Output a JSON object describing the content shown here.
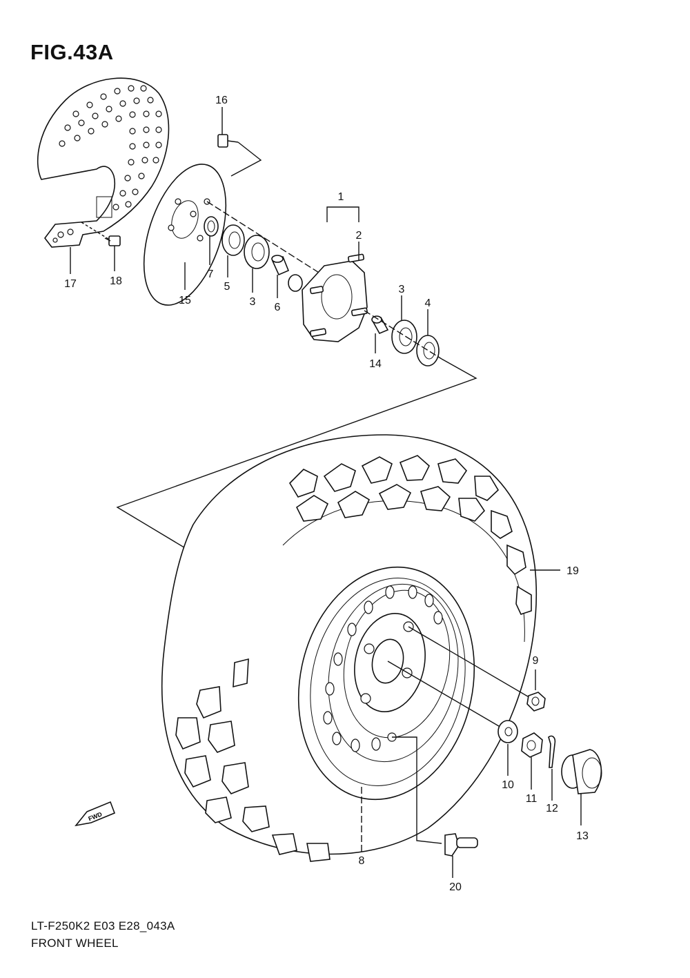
{
  "figure": {
    "title": "FIG.43A"
  },
  "footer": {
    "code": "LT-F250K2 E03 E28_043A",
    "name": "FRONT WHEEL"
  },
  "fwd_badge": "FWD",
  "callouts": [
    {
      "id": "c1",
      "label": "1"
    },
    {
      "id": "c2",
      "label": "2"
    },
    {
      "id": "c3a",
      "label": "3"
    },
    {
      "id": "c3b",
      "label": "3"
    },
    {
      "id": "c4",
      "label": "4"
    },
    {
      "id": "c5",
      "label": "5"
    },
    {
      "id": "c6",
      "label": "6"
    },
    {
      "id": "c7",
      "label": "7"
    },
    {
      "id": "c8",
      "label": "8"
    },
    {
      "id": "c9",
      "label": "9"
    },
    {
      "id": "c10",
      "label": "10"
    },
    {
      "id": "c11",
      "label": "11"
    },
    {
      "id": "c12",
      "label": "12"
    },
    {
      "id": "c13",
      "label": "13"
    },
    {
      "id": "c14",
      "label": "14"
    },
    {
      "id": "c15",
      "label": "15"
    },
    {
      "id": "c16",
      "label": "16"
    },
    {
      "id": "c17",
      "label": "17"
    },
    {
      "id": "c18",
      "label": "18"
    },
    {
      "id": "c19",
      "label": "19"
    },
    {
      "id": "c20",
      "label": "20"
    }
  ]
}
